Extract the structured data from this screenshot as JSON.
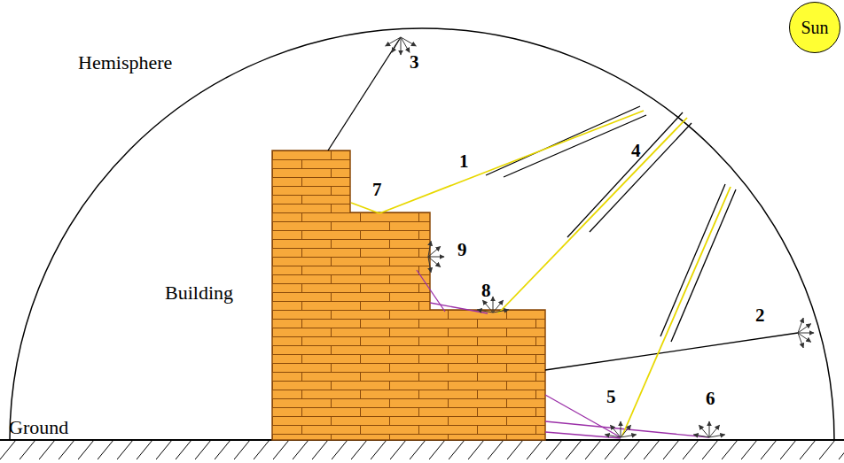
{
  "diagram": {
    "nodes": [
      {
        "text": [
          "Sun"
        ]
      }
    ],
    "labels": [
      "Hemisphere",
      "Building",
      "Ground",
      "1",
      "2",
      "3",
      "4",
      "5",
      "6",
      "7",
      "8",
      "9"
    ]
  }
}
